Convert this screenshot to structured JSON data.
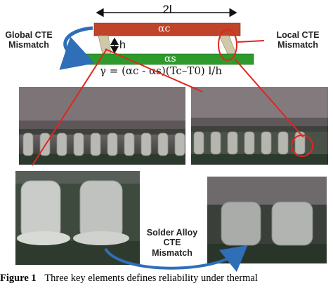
{
  "diagram": {
    "width_label": "2l",
    "height_label": "h",
    "chip_label": "αc",
    "substrate_label": "αs",
    "formula": "γ = (αc - αs)(Tc–T0) l/h",
    "global_label": "Global CTE\nMismatch",
    "local_label": "Local CTE\nMismatch",
    "solder_label": "Solder Alloy\nCTE\nMismatch"
  },
  "caption": {
    "figure": "Figure 1",
    "text": "Three key elements defines reliability under thermal"
  },
  "colors": {
    "chip": "#c0442a",
    "substrate": "#2f9a2c",
    "arrow_red": "#e0261e",
    "arrow_blue": "#2f6fb8"
  }
}
